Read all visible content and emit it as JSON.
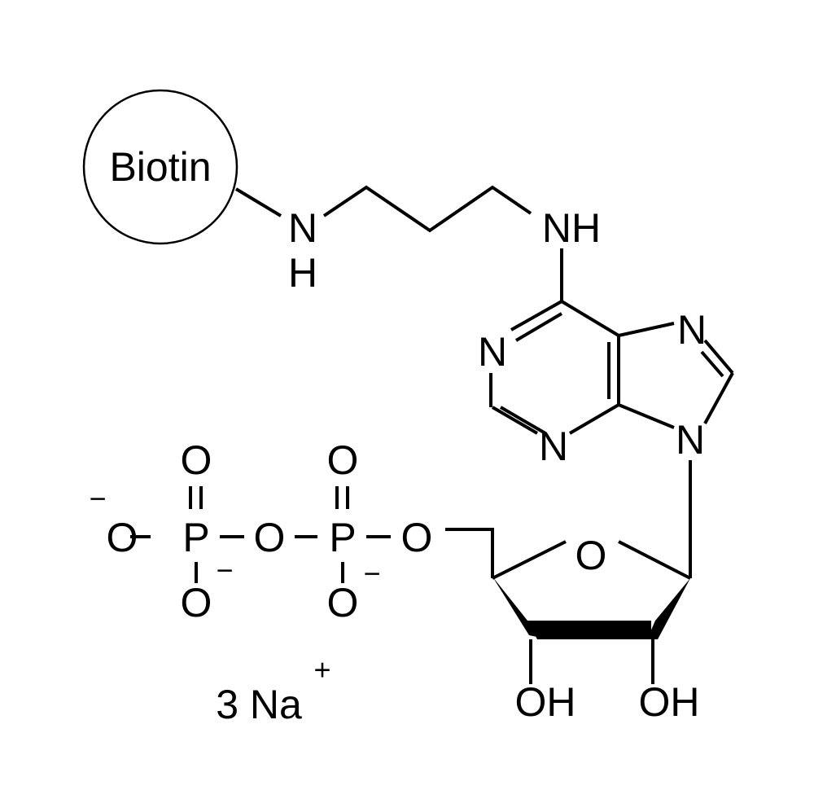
{
  "molecule": {
    "biotin_label": "Biotin",
    "linker": {
      "nh1_n": "N",
      "nh1_h": "H",
      "nh2": "NH"
    },
    "purine": {
      "n1": "N",
      "n3": "N",
      "n7": "N",
      "n9": "N"
    },
    "sugar": {
      "ring_o": "O",
      "oh2": "OH",
      "oh3": "OH"
    },
    "phosphates": {
      "o_terminal": "O",
      "p1": "P",
      "o_bridge": "O",
      "p2": "P",
      "o5": "O",
      "p1_top_o": "O",
      "p1_bottom_o": "O",
      "p2_top_o": "O",
      "p2_bottom_o": "O",
      "minus": "−"
    },
    "counterion": {
      "text": "3 Na",
      "charge": "+"
    }
  }
}
